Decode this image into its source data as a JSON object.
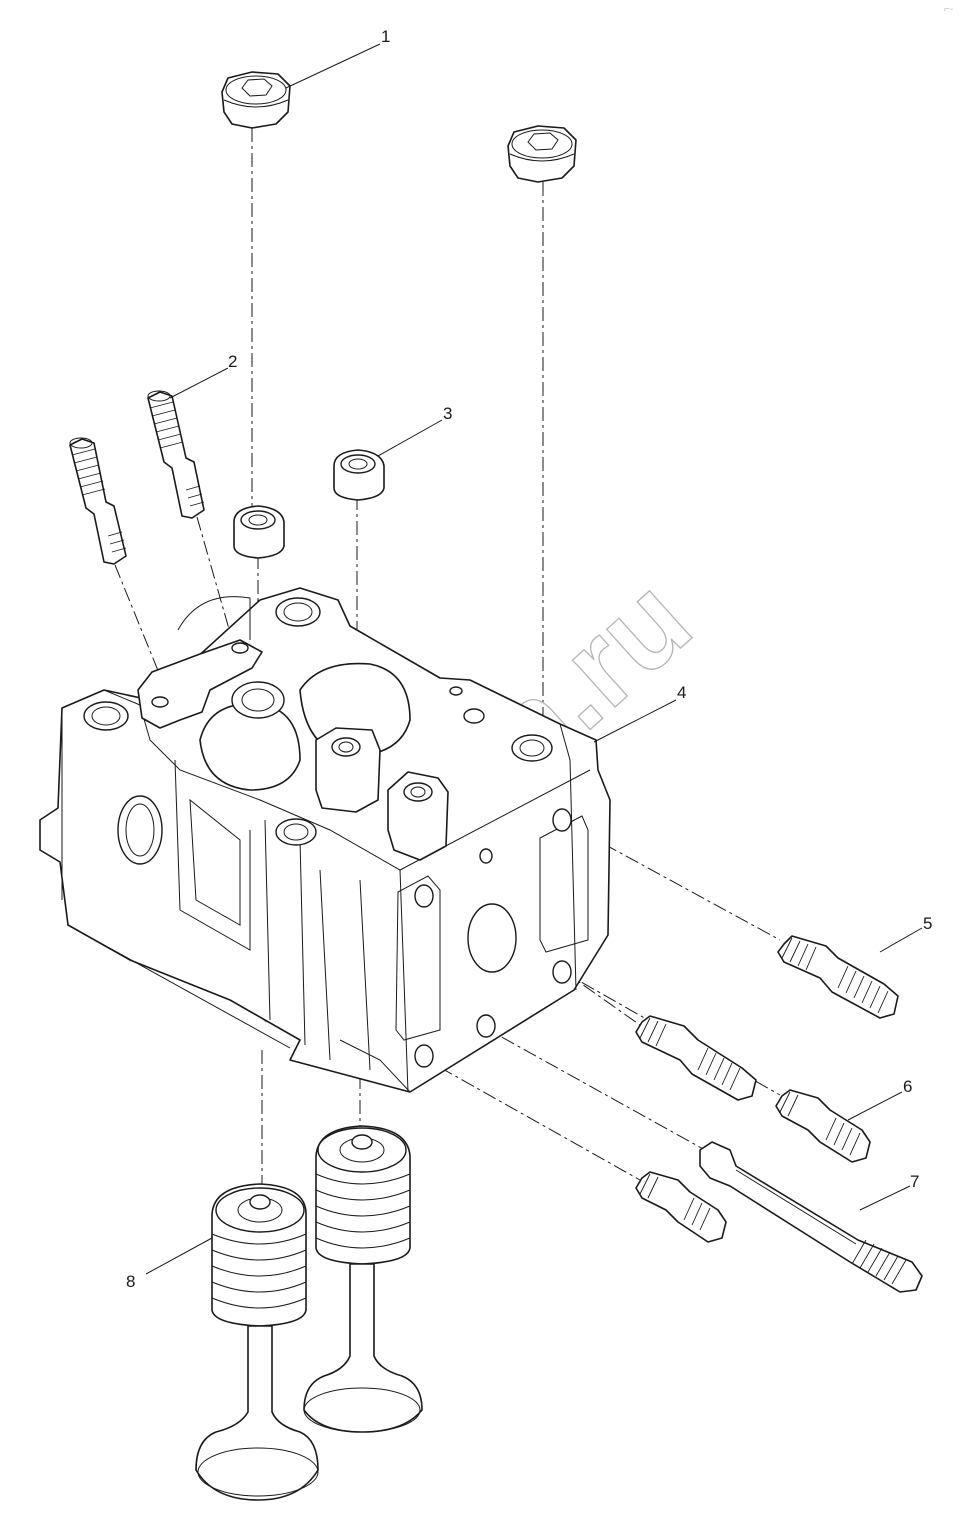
{
  "callouts": [
    {
      "number": "1"
    },
    {
      "number": "2"
    },
    {
      "number": "3"
    },
    {
      "number": "4"
    },
    {
      "number": "5"
    },
    {
      "number": "6"
    },
    {
      "number": "7"
    },
    {
      "number": "8"
    }
  ],
  "watermark": "zapzam.ru",
  "corner_mark": "⌐-"
}
